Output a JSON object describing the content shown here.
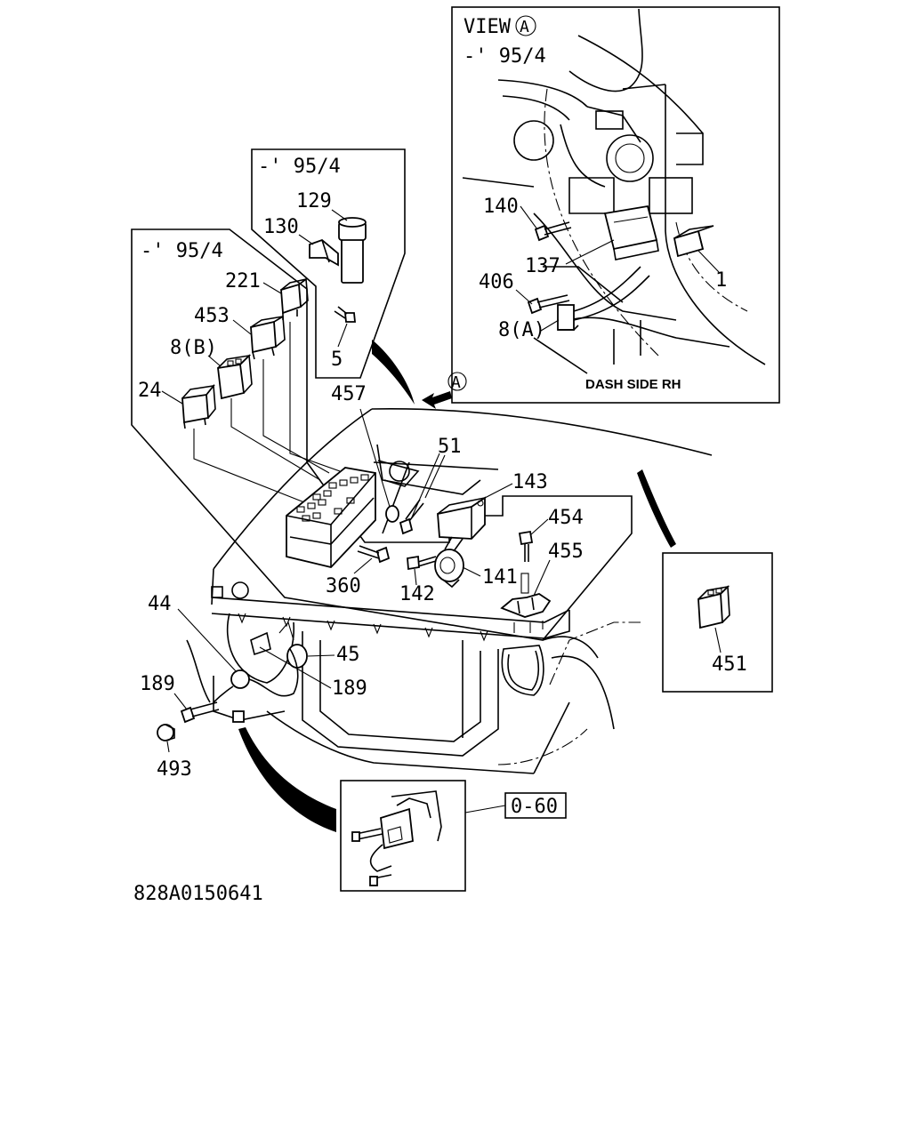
{
  "view_a_box": {
    "title": "VIEW",
    "circle_letter": "A",
    "date_note": "-' 95/4",
    "caption": "DASH SIDE RH"
  },
  "relay_box_upper": {
    "date_note": "-' 95/4"
  },
  "relay_box_left": {
    "date_note": "-' 95/4"
  },
  "view_arrow": {
    "circle_letter": "A"
  },
  "callouts": {
    "c1": "1",
    "c5": "5",
    "c8a": "8(A)",
    "c8b": "8(B)",
    "c24": "24",
    "c44": "44",
    "c45": "45",
    "c51": "51",
    "c129": "129",
    "c130": "130",
    "c137": "137",
    "c140": "140",
    "c141": "141",
    "c142": "142",
    "c143": "143",
    "c189a": "189",
    "c189b": "189",
    "c221": "221",
    "c360": "360",
    "c406": "406",
    "c451": "451",
    "c453": "453",
    "c454": "454",
    "c455": "455",
    "c457": "457",
    "c493": "493"
  },
  "reference_box": {
    "label": "0-60"
  },
  "drawing_number": "828A0150641"
}
